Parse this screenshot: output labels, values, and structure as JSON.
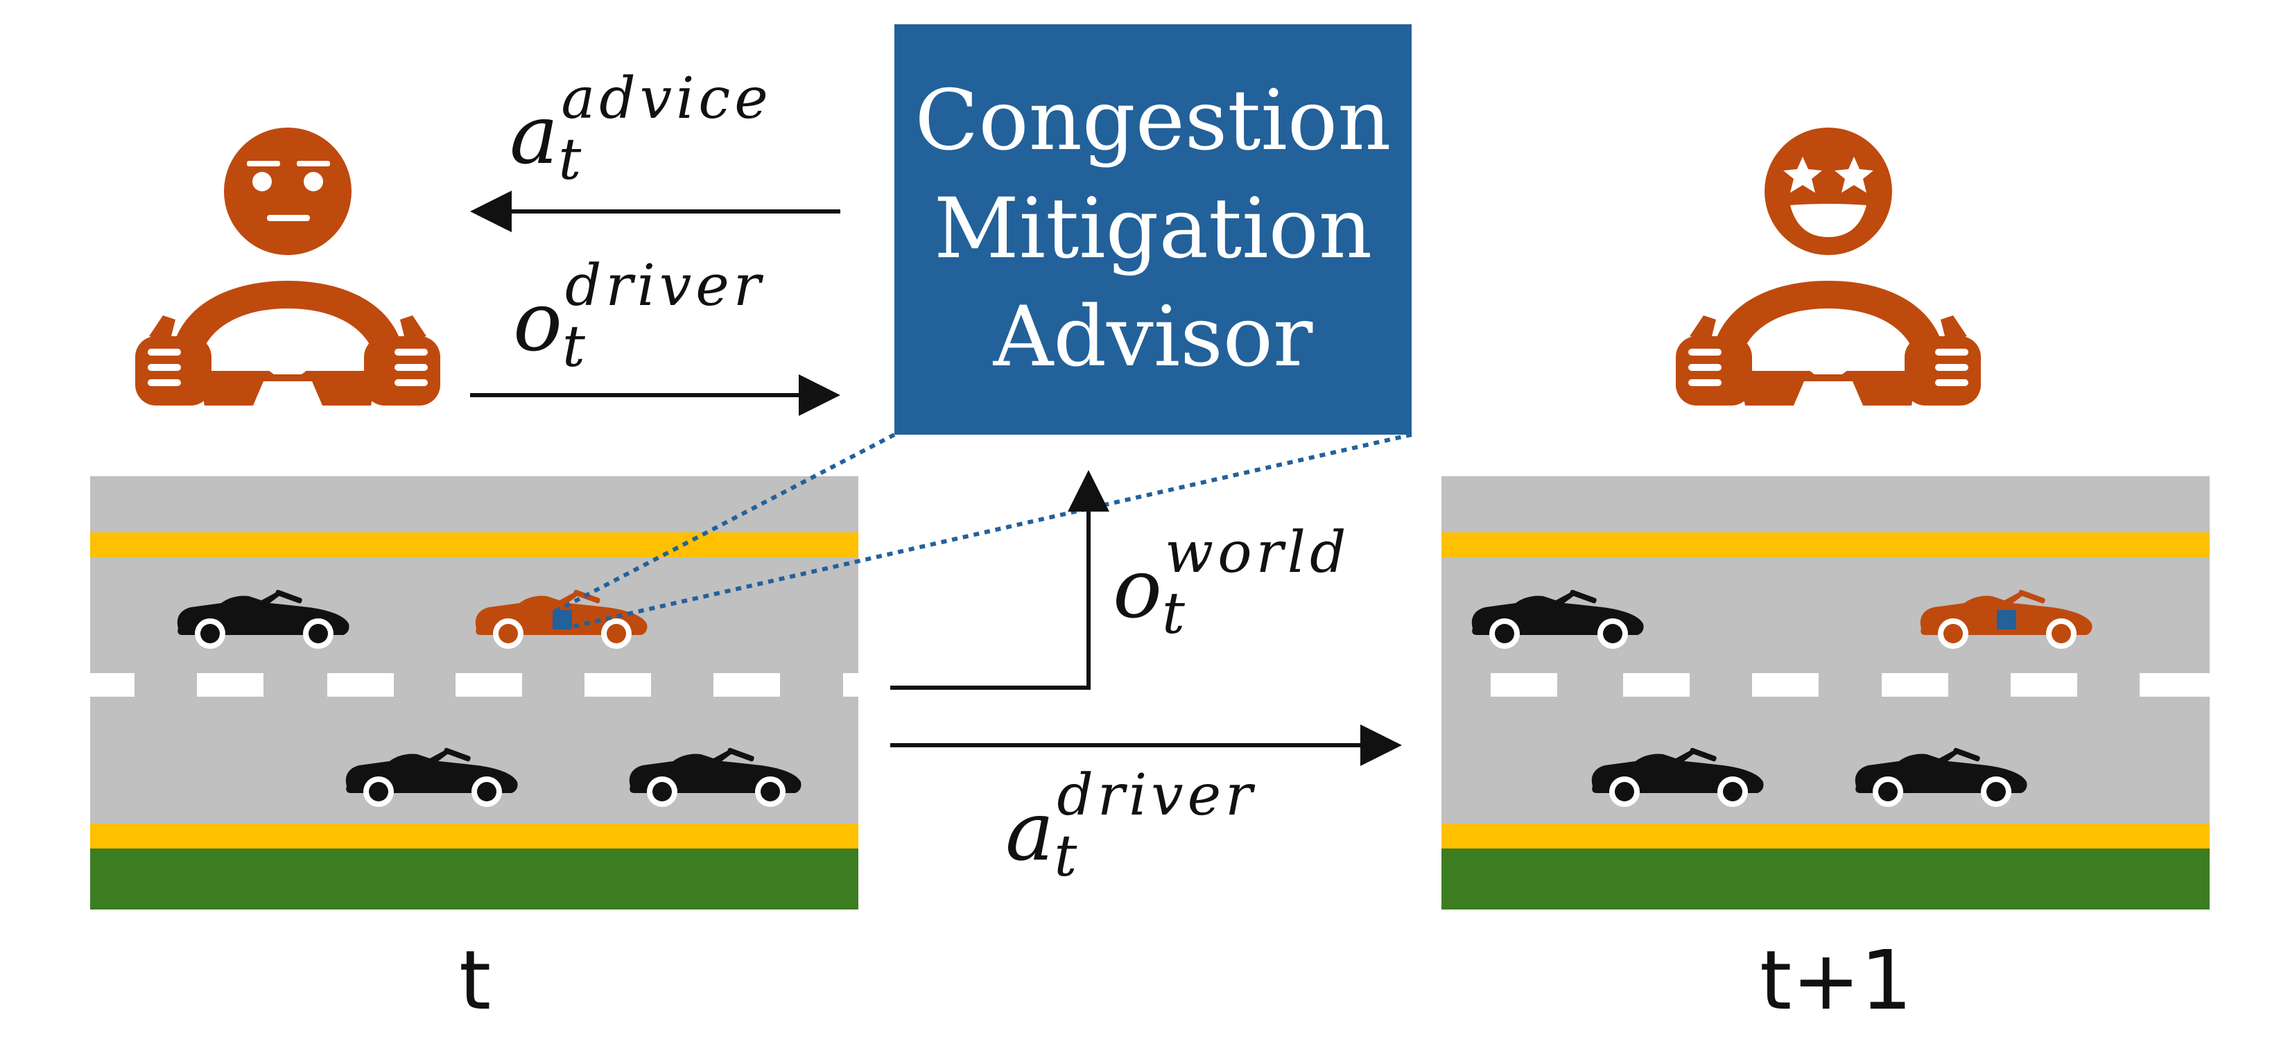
{
  "advisor": {
    "lines": [
      "Congestion",
      "Mitigation",
      "Advisor"
    ],
    "color": "#23619a"
  },
  "labels": {
    "advice": {
      "base": "a",
      "sub": "t",
      "sup": "advice"
    },
    "driver_obs": {
      "base": "o",
      "sub": "t",
      "sup": "driver"
    },
    "world_obs": {
      "base": "o",
      "sub": "t",
      "sup": "world"
    },
    "driver_action": {
      "base": "a",
      "sub": "t",
      "sup": "driver"
    }
  },
  "time": {
    "before": "t",
    "after": "t+1"
  },
  "drivers": [
    {
      "expression": "neutral-face"
    },
    {
      "expression": "star-eyes-face"
    }
  ],
  "colors": {
    "driver_orange": "#bf4a0e",
    "road_gray": "#c0c0c0",
    "lane_yellow": "#ffc000",
    "grass_green": "#3d7d22",
    "car_black": "#111111",
    "dotted_line": "#23619a"
  }
}
